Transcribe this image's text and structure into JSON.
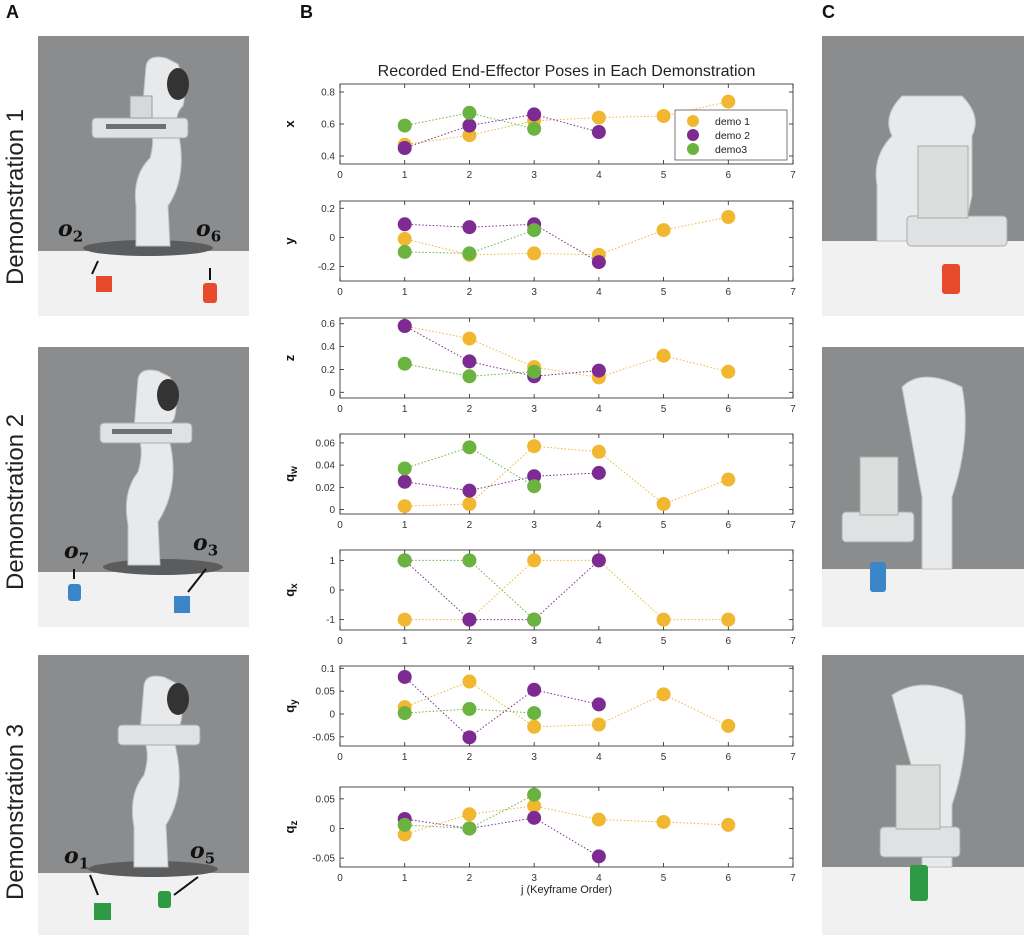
{
  "panels": {
    "a_label": "A",
    "b_label": "B",
    "c_label": "C"
  },
  "demonstrations": [
    {
      "label": "Demonstration 1",
      "objects": [
        {
          "sym": "o",
          "sub": "2",
          "color": "#e84a2c",
          "shape": "cube"
        },
        {
          "sym": "o",
          "sub": "6",
          "color": "#e84a2c",
          "shape": "cylinder"
        }
      ],
      "grasped_color": "#e84a2c"
    },
    {
      "label": "Demonstration 2",
      "objects": [
        {
          "sym": "o",
          "sub": "7",
          "color": "#3a86c8",
          "shape": "cylinder"
        },
        {
          "sym": "o",
          "sub": "3",
          "color": "#3a86c8",
          "shape": "cube"
        }
      ],
      "grasped_color": "#3a86c8"
    },
    {
      "label": "Demonstration 3",
      "objects": [
        {
          "sym": "o",
          "sub": "1",
          "color": "#2f9a44",
          "shape": "cube"
        },
        {
          "sym": "o",
          "sub": "5",
          "color": "#2f9a44",
          "shape": "cylinder"
        }
      ],
      "grasped_color": "#2f9a44"
    }
  ],
  "chart_data": {
    "type": "scatter",
    "title": "Recorded End-Effector Poses in Each Demonstration",
    "xlabel": "j (Keyframe Order)",
    "xlim": [
      0,
      7
    ],
    "xticks": [
      0,
      1,
      2,
      3,
      4,
      5,
      6,
      7
    ],
    "grid": false,
    "legend": {
      "placement": "top-right (first subplot)",
      "entries": [
        "demo 1",
        "demo 2",
        "demo3"
      ]
    },
    "colors": {
      "demo 1": "#f2b731",
      "demo 2": "#7d2b92",
      "demo3": "#6ab33e"
    },
    "subplots": [
      {
        "ylabel": "x",
        "ylim": [
          0.35,
          0.85
        ],
        "yticks": [
          0.4,
          0.6,
          0.8
        ],
        "yticklabels": [
          "0.4",
          "0.6",
          "0.8"
        ],
        "series": [
          {
            "name": "demo 1",
            "x": [
              1,
              2,
              3,
              4,
              5,
              6
            ],
            "y": [
              0.47,
              0.53,
              0.62,
              0.64,
              0.65,
              0.74
            ]
          },
          {
            "name": "demo 2",
            "x": [
              1,
              2,
              3,
              4
            ],
            "y": [
              0.45,
              0.59,
              0.66,
              0.55
            ]
          },
          {
            "name": "demo3",
            "x": [
              1,
              2,
              3
            ],
            "y": [
              0.59,
              0.67,
              0.57
            ]
          }
        ]
      },
      {
        "ylabel": "y",
        "ylim": [
          -0.3,
          0.25
        ],
        "yticks": [
          -0.2,
          0,
          0.2
        ],
        "yticklabels": [
          "-0.2",
          "0",
          "0.2"
        ],
        "series": [
          {
            "name": "demo 1",
            "x": [
              1,
              2,
              3,
              4,
              5,
              6
            ],
            "y": [
              -0.01,
              -0.12,
              -0.11,
              -0.12,
              0.05,
              0.14
            ]
          },
          {
            "name": "demo 2",
            "x": [
              1,
              2,
              3,
              4
            ],
            "y": [
              0.09,
              0.07,
              0.09,
              -0.17
            ]
          },
          {
            "name": "demo3",
            "x": [
              1,
              2,
              3
            ],
            "y": [
              -0.1,
              -0.11,
              0.05
            ]
          }
        ]
      },
      {
        "ylabel": "z",
        "ylim": [
          -0.05,
          0.65
        ],
        "yticks": [
          0,
          0.2,
          0.4,
          0.6
        ],
        "yticklabels": [
          "0",
          "0.2",
          "0.4",
          "0.6"
        ],
        "series": [
          {
            "name": "demo 1",
            "x": [
              1,
              2,
              3,
              4,
              5,
              6
            ],
            "y": [
              0.58,
              0.47,
              0.22,
              0.13,
              0.32,
              0.18
            ]
          },
          {
            "name": "demo 2",
            "x": [
              1,
              2,
              3,
              4
            ],
            "y": [
              0.58,
              0.27,
              0.14,
              0.19
            ]
          },
          {
            "name": "demo3",
            "x": [
              1,
              2,
              3
            ],
            "y": [
              0.25,
              0.14,
              0.18
            ]
          }
        ]
      },
      {
        "ylabel": "q",
        "ylabel_sub": "w",
        "ylim": [
          -0.004,
          0.068
        ],
        "yticks": [
          0,
          0.02,
          0.04,
          0.06
        ],
        "yticklabels": [
          "0",
          "0.02",
          "0.04",
          "0.06"
        ],
        "series": [
          {
            "name": "demo 1",
            "x": [
              1,
              2,
              3,
              4,
              5,
              6
            ],
            "y": [
              0.003,
              0.005,
              0.057,
              0.052,
              0.005,
              0.027
            ]
          },
          {
            "name": "demo 2",
            "x": [
              1,
              2,
              3,
              4
            ],
            "y": [
              0.025,
              0.017,
              0.03,
              0.033
            ]
          },
          {
            "name": "demo3",
            "x": [
              1,
              2,
              3
            ],
            "y": [
              0.037,
              0.056,
              0.021
            ]
          }
        ]
      },
      {
        "ylabel": "q",
        "ylabel_sub": "x",
        "ylim": [
          -1.35,
          1.35
        ],
        "yticks": [
          -1,
          0,
          1
        ],
        "yticklabels": [
          "-1",
          "0",
          "1"
        ],
        "series": [
          {
            "name": "demo 1",
            "x": [
              1,
              2,
              3,
              4,
              5,
              6
            ],
            "y": [
              -1,
              -1,
              1,
              1,
              -1,
              -1
            ]
          },
          {
            "name": "demo 2",
            "x": [
              1,
              2,
              3,
              4
            ],
            "y": [
              1,
              -1,
              -1,
              1
            ]
          },
          {
            "name": "demo3",
            "x": [
              1,
              2,
              3
            ],
            "y": [
              1,
              1,
              -1
            ]
          }
        ]
      },
      {
        "ylabel": "q",
        "ylabel_sub": "y",
        "ylim": [
          -0.07,
          0.105
        ],
        "yticks": [
          -0.05,
          0,
          0.05,
          0.1
        ],
        "yticklabels": [
          "-0.05",
          "0",
          "0.05",
          "0.1"
        ],
        "series": [
          {
            "name": "demo 1",
            "x": [
              1,
              2,
              3,
              4,
              5,
              6
            ],
            "y": [
              0.015,
              0.071,
              -0.028,
              -0.023,
              0.043,
              -0.026
            ]
          },
          {
            "name": "demo 2",
            "x": [
              1,
              2,
              3,
              4
            ],
            "y": [
              0.081,
              -0.051,
              0.053,
              0.021
            ]
          },
          {
            "name": "demo3",
            "x": [
              1,
              2,
              3
            ],
            "y": [
              0.002,
              0.011,
              0.002
            ]
          }
        ]
      },
      {
        "ylabel": "q",
        "ylabel_sub": "z",
        "ylim": [
          -0.065,
          0.07
        ],
        "yticks": [
          -0.05,
          0,
          0.05
        ],
        "yticklabels": [
          "-0.05",
          "0",
          "0.05"
        ],
        "series": [
          {
            "name": "demo 1",
            "x": [
              1,
              2,
              3,
              4,
              5,
              6
            ],
            "y": [
              -0.01,
              0.024,
              0.038,
              0.015,
              0.011,
              0.006
            ]
          },
          {
            "name": "demo 2",
            "x": [
              1,
              2,
              3,
              4
            ],
            "y": [
              0.016,
              0.0,
              0.018,
              -0.047
            ]
          },
          {
            "name": "demo3",
            "x": [
              1,
              2,
              3
            ],
            "y": [
              0.006,
              0.0,
              0.057
            ]
          }
        ]
      }
    ]
  }
}
